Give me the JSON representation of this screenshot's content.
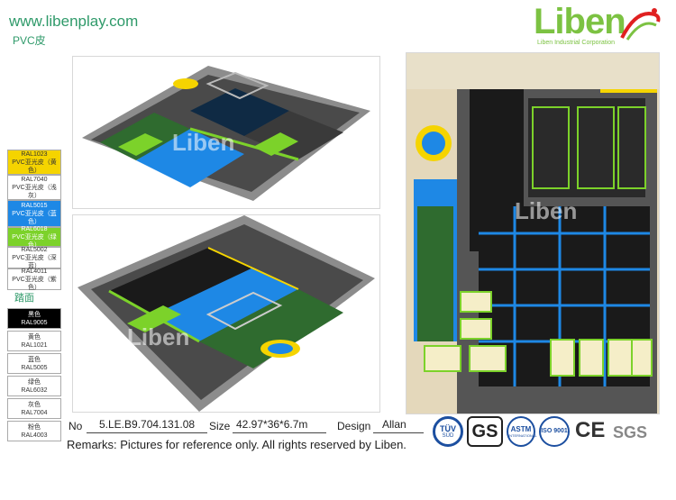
{
  "header": {
    "website": "www.libenplay.com",
    "pvc_label": "PVC皮"
  },
  "logo": {
    "name": "Liben",
    "subtitle": "Liben Industrial Corporation"
  },
  "pvc_swatches": [
    {
      "code": "RAL1023",
      "desc": "PVC亚光皮（黄色）",
      "color": "#f5d400",
      "text": "#333333"
    },
    {
      "code": "RAL7040",
      "desc": "PVC亚光皮（浅灰）",
      "color": "#ffffff",
      "text": "#333333"
    },
    {
      "code": "RAL5015",
      "desc": "PVC亚光皮（蓝色）",
      "color": "#1e88e5",
      "text": "#ffffff"
    },
    {
      "code": "RAL6018",
      "desc": "PVC亚光皮（绿色）",
      "color": "#7cd22a",
      "text": "#ffffff"
    },
    {
      "code": "RAL5002",
      "desc": "PVC亚光皮（深蓝）",
      "color": "#ffffff",
      "text": "#333333"
    },
    {
      "code": "RAL4011",
      "desc": "PVC亚光皮（紫色）",
      "color": "#ffffff",
      "text": "#333333"
    }
  ],
  "floor": {
    "title": "踏面",
    "swatches": [
      {
        "name": "黑色",
        "code": "RAL9005",
        "color": "#000000",
        "text": "#ffffff"
      },
      {
        "name": "黄色",
        "code": "RAL1021",
        "color": "#ffffff",
        "text": "#333333"
      },
      {
        "name": "蓝色",
        "code": "RAL5005",
        "color": "#ffffff",
        "text": "#333333"
      },
      {
        "name": "绿色",
        "code": "RAL6032",
        "color": "#ffffff",
        "text": "#333333"
      },
      {
        "name": "灰色",
        "code": "RAL7004",
        "color": "#ffffff",
        "text": "#333333"
      },
      {
        "name": "粉色",
        "code": "RAL4003",
        "color": "#ffffff",
        "text": "#333333"
      }
    ]
  },
  "watermark": "Liben",
  "info": {
    "no_label": "No",
    "no_value": "5.LE.B9.704.131.08",
    "size_label": "Size",
    "size_value": "42.97*36*6.7m",
    "design_label": "Design",
    "design_value": "Allan",
    "remarks": "Remarks: Pictures for reference only. All rights reserved by Liben."
  },
  "certs": {
    "tuv": "TÜV",
    "tuv_sub": "SÜD",
    "gs": "GS",
    "astm": "ASTM",
    "astm_sub": "INTERNATIONAL",
    "iso": "ISO 9001",
    "ce": "CE",
    "sgs": "SGS"
  }
}
